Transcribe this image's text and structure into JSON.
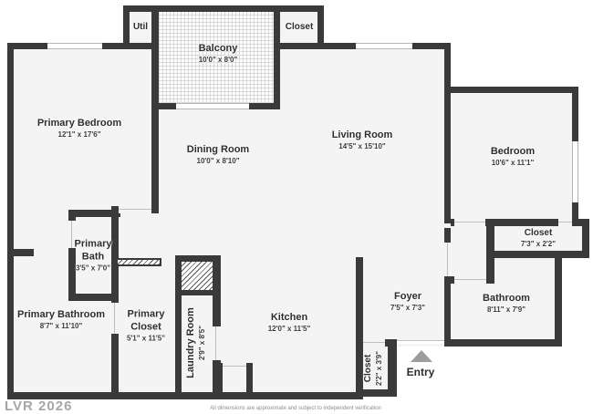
{
  "plan": {
    "watermark": "LVR 2026",
    "disclaimer": "All dimensions are approximate and subject to independent verification",
    "entry_label": "Entry",
    "colors": {
      "wall": "#3a3a3a",
      "floor": "#f4f4f4",
      "outside": "#ffffff",
      "entry_arrow": "#9c9c9c",
      "watermark_gray": "#a6a6a6",
      "window_line": "#b5b5b5"
    },
    "rooms": {
      "util": {
        "name": "Util",
        "dims": ""
      },
      "balcony": {
        "name": "Balcony",
        "dims": "10'0\" x 8'0\""
      },
      "closet_top": {
        "name": "Closet",
        "dims": ""
      },
      "primary_bedroom": {
        "name": "Primary Bedroom",
        "dims": "12'1\" x 17'6\""
      },
      "dining_room": {
        "name": "Dining Room",
        "dims": "10'0\" x 8'10\""
      },
      "living_room": {
        "name": "Living Room",
        "dims": "14'5\" x 15'10\""
      },
      "bedroom": {
        "name": "Bedroom",
        "dims": "10'6\" x 11'1\""
      },
      "bedroom_closet": {
        "name": "Closet",
        "dims": "7'3\" x 2'2\""
      },
      "bathroom": {
        "name": "Bathroom",
        "dims": "8'11\" x 7'9\""
      },
      "foyer": {
        "name": "Foyer",
        "dims": "7'5\" x 7'3\""
      },
      "kitchen": {
        "name": "Kitchen",
        "dims": "12'0\" x 11'5\""
      },
      "laundry": {
        "name": "Laundry Room",
        "dims": "2'9\" x 8'5\""
      },
      "primary_closet": {
        "name": "Primary Closet",
        "dims": "5'1\" x 11'5\""
      },
      "primary_bathroom": {
        "name": "Primary Bathroom",
        "dims": "8'7\" x 11'10\""
      },
      "primary_bath": {
        "name": "Primary Bath",
        "dims": "3'5\" x 7'0\""
      },
      "entry_closet": {
        "name": "Closet",
        "dims": "2'2\" x 3'9\""
      },
      "entry": {
        "name": "Entry",
        "dims": ""
      }
    }
  }
}
